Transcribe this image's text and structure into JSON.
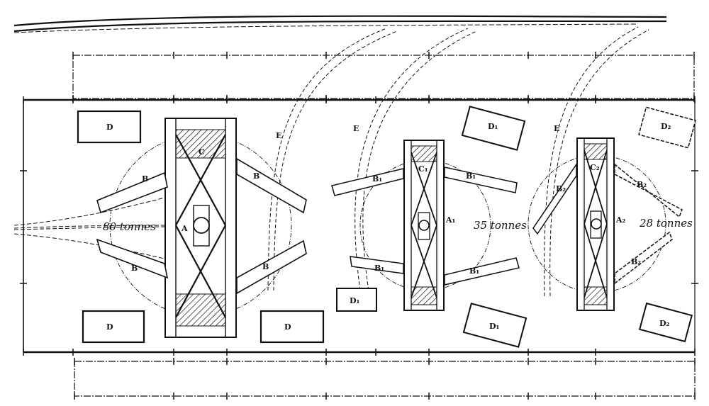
{
  "colors": {
    "ink": "#111111",
    "paper": "#ffffff",
    "fill": "#ffffff"
  },
  "cranes": [
    {
      "capacity": "80 tonnes",
      "center": "A",
      "top": "C",
      "jib": "B",
      "counterweight": "D",
      "track": "E"
    },
    {
      "capacity": "35 tonnes",
      "center": "A₁",
      "top": "C₁",
      "jib": "B₁",
      "counterweight": "D₁",
      "track": "E"
    },
    {
      "capacity": "28 tonnes",
      "center": "A₂",
      "top": "C₂",
      "jib": "B₂",
      "counterweight": "D₂",
      "track": "E"
    }
  ]
}
